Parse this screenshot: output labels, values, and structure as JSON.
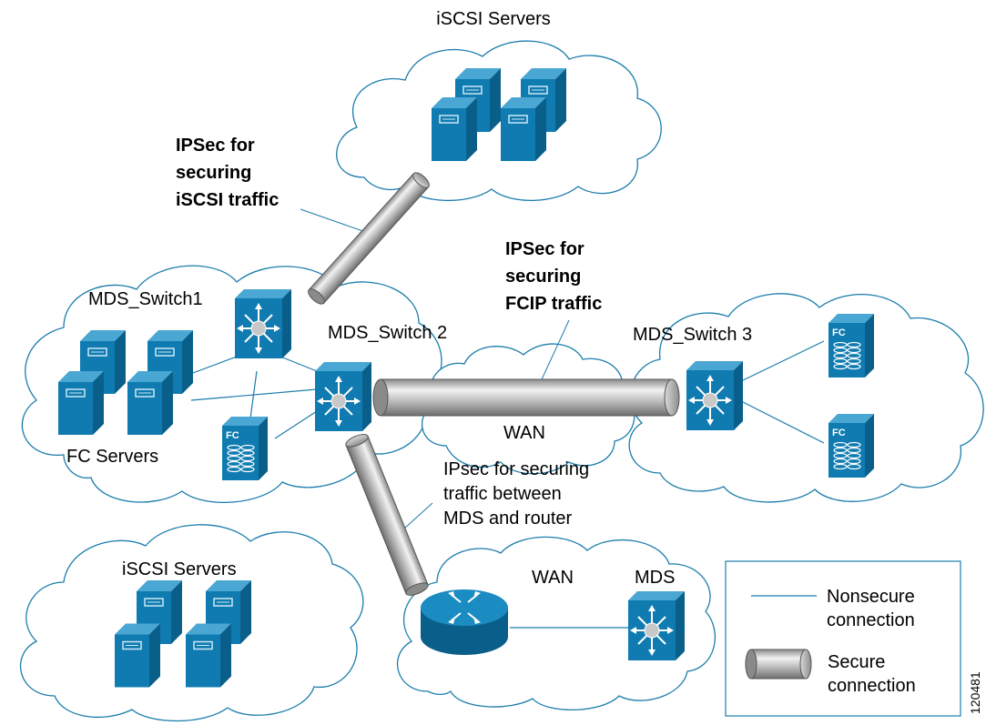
{
  "labels": {
    "iscsi_top": "iSCSI Servers",
    "ipsec_iscsi": [
      "IPSec for",
      "securing",
      "iSCSI traffic"
    ],
    "ipsec_fcip": [
      "IPSec for",
      "securing",
      "FCIP traffic"
    ],
    "mds_switch1": "MDS_Switch1",
    "mds_switch2": "MDS_Switch 2",
    "mds_switch3": "MDS_Switch 3",
    "wan_center": "WAN",
    "fc_servers": "FC Servers",
    "ipsec_router": [
      "IPsec for securing",
      "traffic between",
      "MDS and router"
    ],
    "iscsi_bottom": "iSCSI Servers",
    "wan_bottom": "WAN",
    "mds_bottom": "MDS",
    "figure_number": "120481"
  },
  "legend": {
    "nonsecure": [
      "Nonsecure",
      "connection"
    ],
    "secure": [
      "Secure",
      "connection"
    ]
  },
  "icons": {
    "fc_text": "FC"
  },
  "colors": {
    "device": "#0f7bb0",
    "device_dark": "#0a5f8a",
    "device_light": "#4aa6d2",
    "line": "#1b7dab",
    "tunnel": "#b4b4b4"
  }
}
